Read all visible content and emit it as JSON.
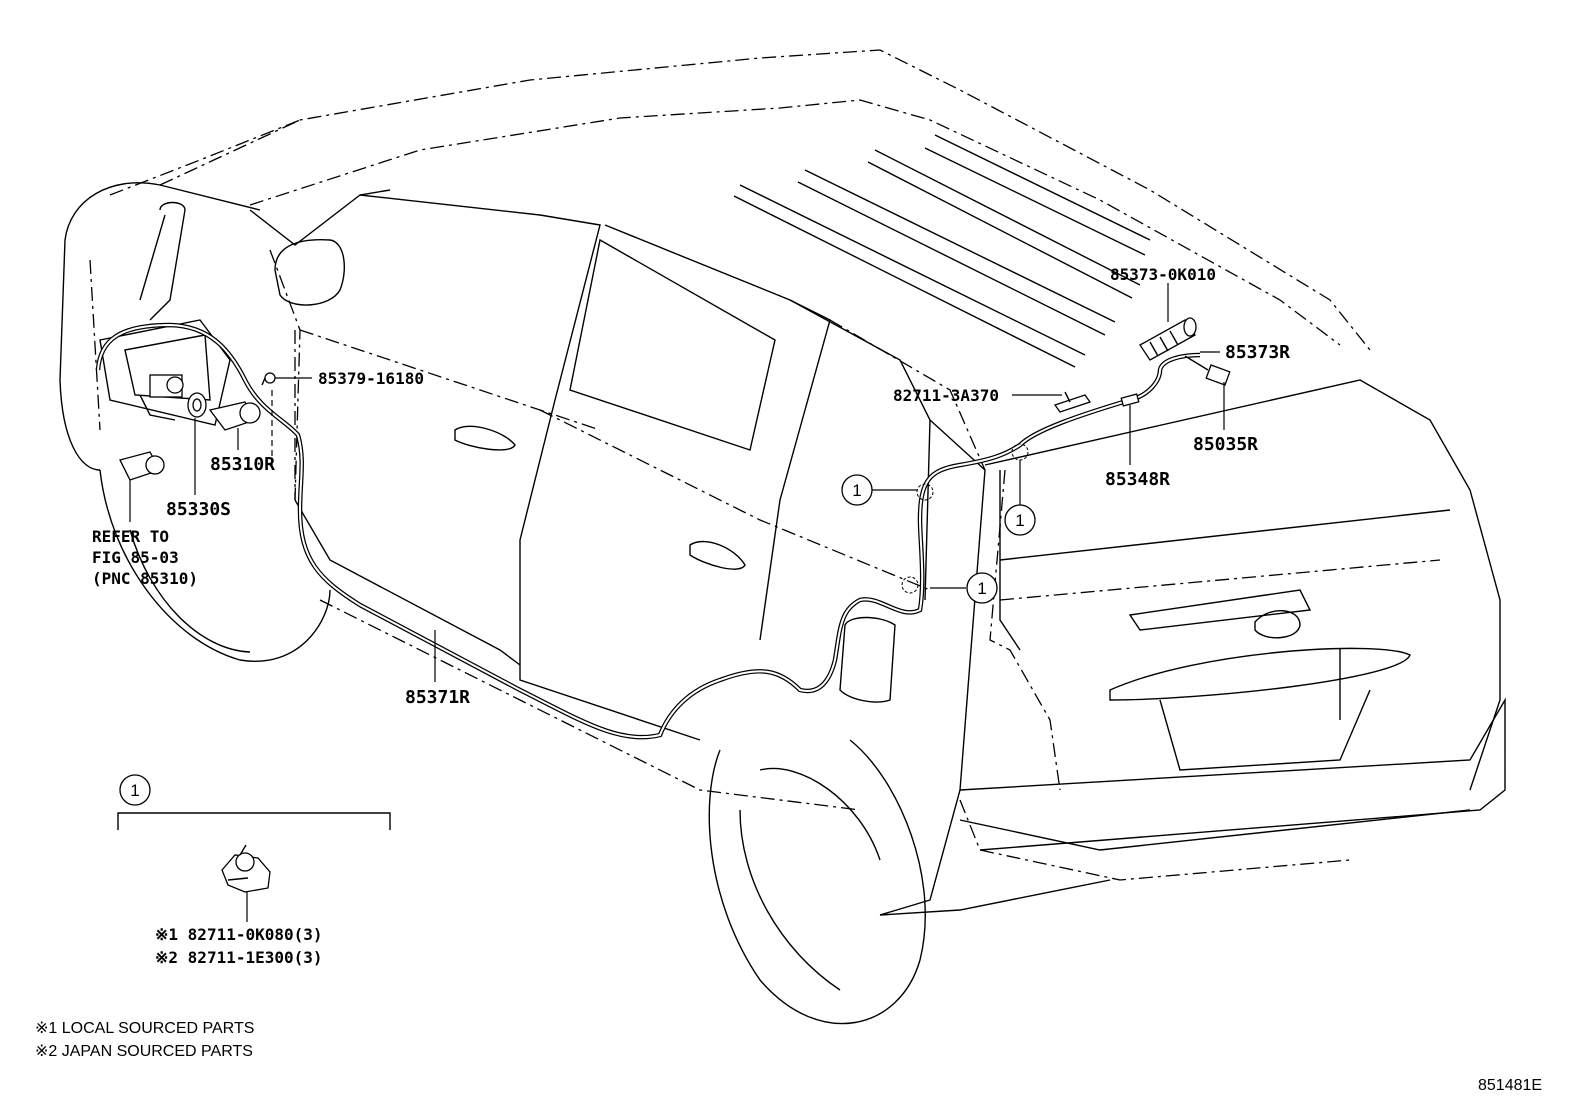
{
  "parts": {
    "p85373_0K010": "85373-0K010",
    "p85373R": "85373R",
    "p82711_3A370": "82711-3A370",
    "p85035R": "85035R",
    "p85348R": "85348R",
    "p85379_16180": "85379-16180",
    "p85310R": "85310R",
    "p85330S": "85330S",
    "p85371R": "85371R"
  },
  "refer": {
    "line1": "REFER TO",
    "line2": "FIG 85-03",
    "line3": "(PNC 85310)"
  },
  "callout_marker": "1",
  "detail": {
    "marker": "1",
    "clip1": "※1 82711-0K080(3)",
    "clip2": "※2 82711-1E300(3)"
  },
  "notes": {
    "note1": "※1 LOCAL SOURCED PARTS",
    "note2": "※2 JAPAN SOURCED PARTS"
  },
  "figure_id": "851481E"
}
